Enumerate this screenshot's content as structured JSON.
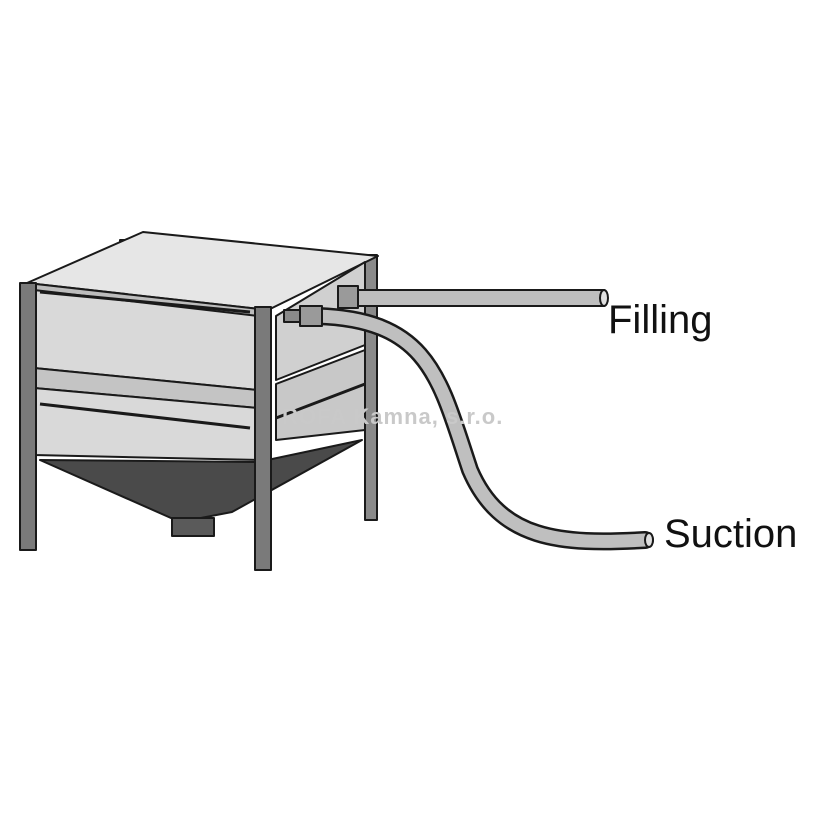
{
  "labels": {
    "filling": "Filling",
    "suction": "Suction"
  },
  "watermark": "ROFA Kamna, s.r.o.",
  "colors": {
    "frame": "#7a7a7a",
    "panel_light": "#d9d9d9",
    "panel_mid": "#c4c4c4",
    "hopper_dark": "#4a4a4a",
    "pipe": "#bfbfbf",
    "outline": "#1a1a1a",
    "label_text": "#111111",
    "watermark": "#c9c9c9"
  }
}
